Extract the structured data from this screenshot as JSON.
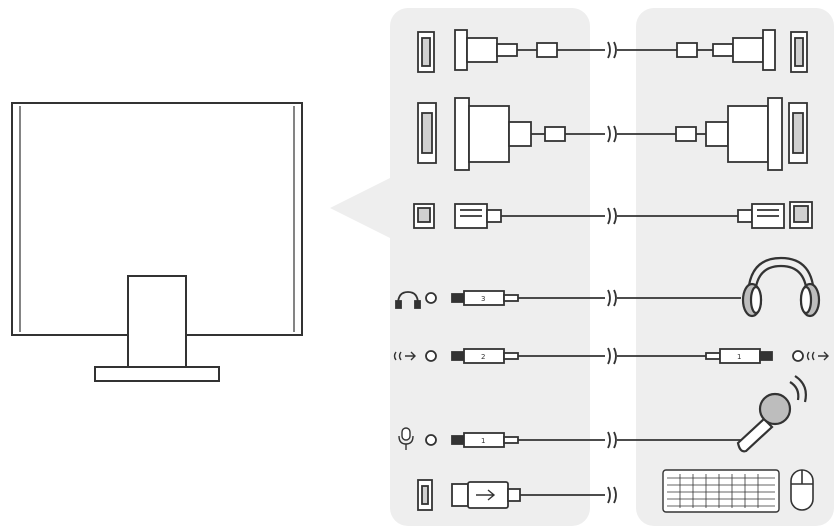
{
  "diagram": {
    "panel_color": "#eeeeee",
    "line_color": "#333333",
    "fill_color": "#ffffff",
    "monitor_side": {
      "ports": [
        "vga-port",
        "dvi-port",
        "ethernet-port",
        "headphone-jack",
        "line-out-jack",
        "microphone-jack",
        "usb-port"
      ],
      "port_icons": [
        "headphone-icon",
        "line-out-icon",
        "microphone-icon"
      ]
    },
    "device_side": {
      "devices": [
        "vga-port",
        "dvi-port",
        "ethernet-port",
        "headphones",
        "line-in-jack",
        "microphone",
        "keyboard",
        "mouse"
      ]
    },
    "cables": [
      "vga-cable",
      "dvi-cable",
      "ethernet-cable",
      "headphone-cable",
      "audio-cable",
      "microphone-cable",
      "usb-cable"
    ],
    "plug_pin_labels": {
      "headphone": "3",
      "line_out": "2",
      "microphone": "1",
      "line_in": "1"
    }
  }
}
